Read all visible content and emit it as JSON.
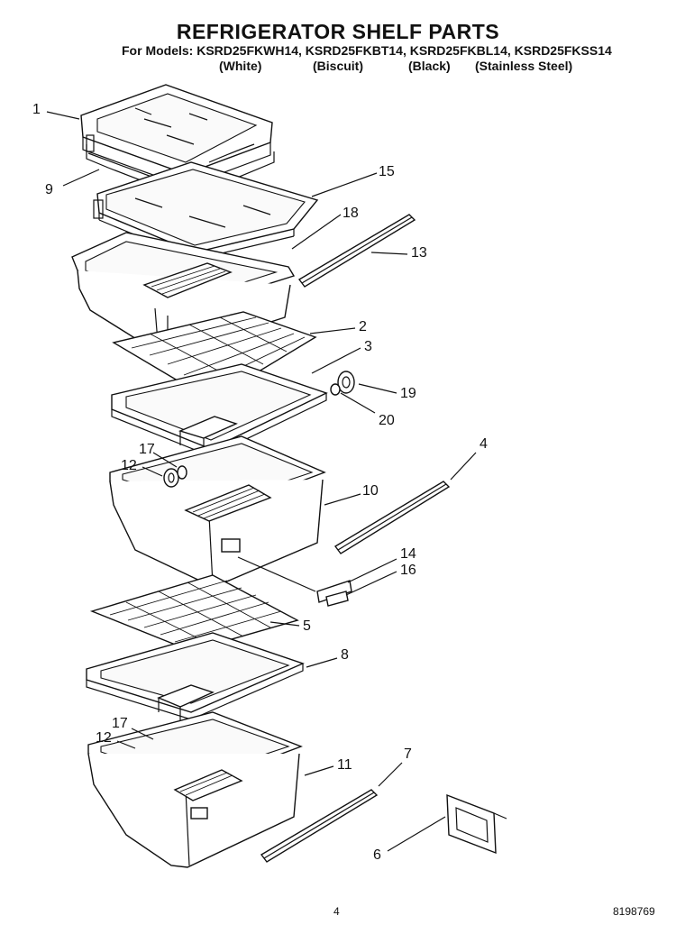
{
  "header": {
    "title": "REFRIGERATOR SHELF PARTS",
    "models_line": "For Models: KSRD25FKWH14, KSRD25FKBT14, KSRD25FKBL14, KSRD25FKSS14",
    "variants": [
      "(White)",
      "(Biscuit)",
      "(Black)",
      "(Stainless Steel)"
    ]
  },
  "callouts": {
    "c1": "1",
    "c9": "9",
    "c15": "15",
    "c18": "18",
    "c13": "13",
    "c2": "2",
    "c3": "3",
    "c19": "19",
    "c20": "20",
    "c4": "4",
    "c17a": "17",
    "c12a": "12",
    "c10": "10",
    "c14": "14",
    "c16": "16",
    "c5": "5",
    "c8": "8",
    "c17b": "17",
    "c12b": "12",
    "c11": "11",
    "c7": "7",
    "c6": "6"
  },
  "footer": {
    "page_number": "4",
    "doc_number": "8198769"
  }
}
